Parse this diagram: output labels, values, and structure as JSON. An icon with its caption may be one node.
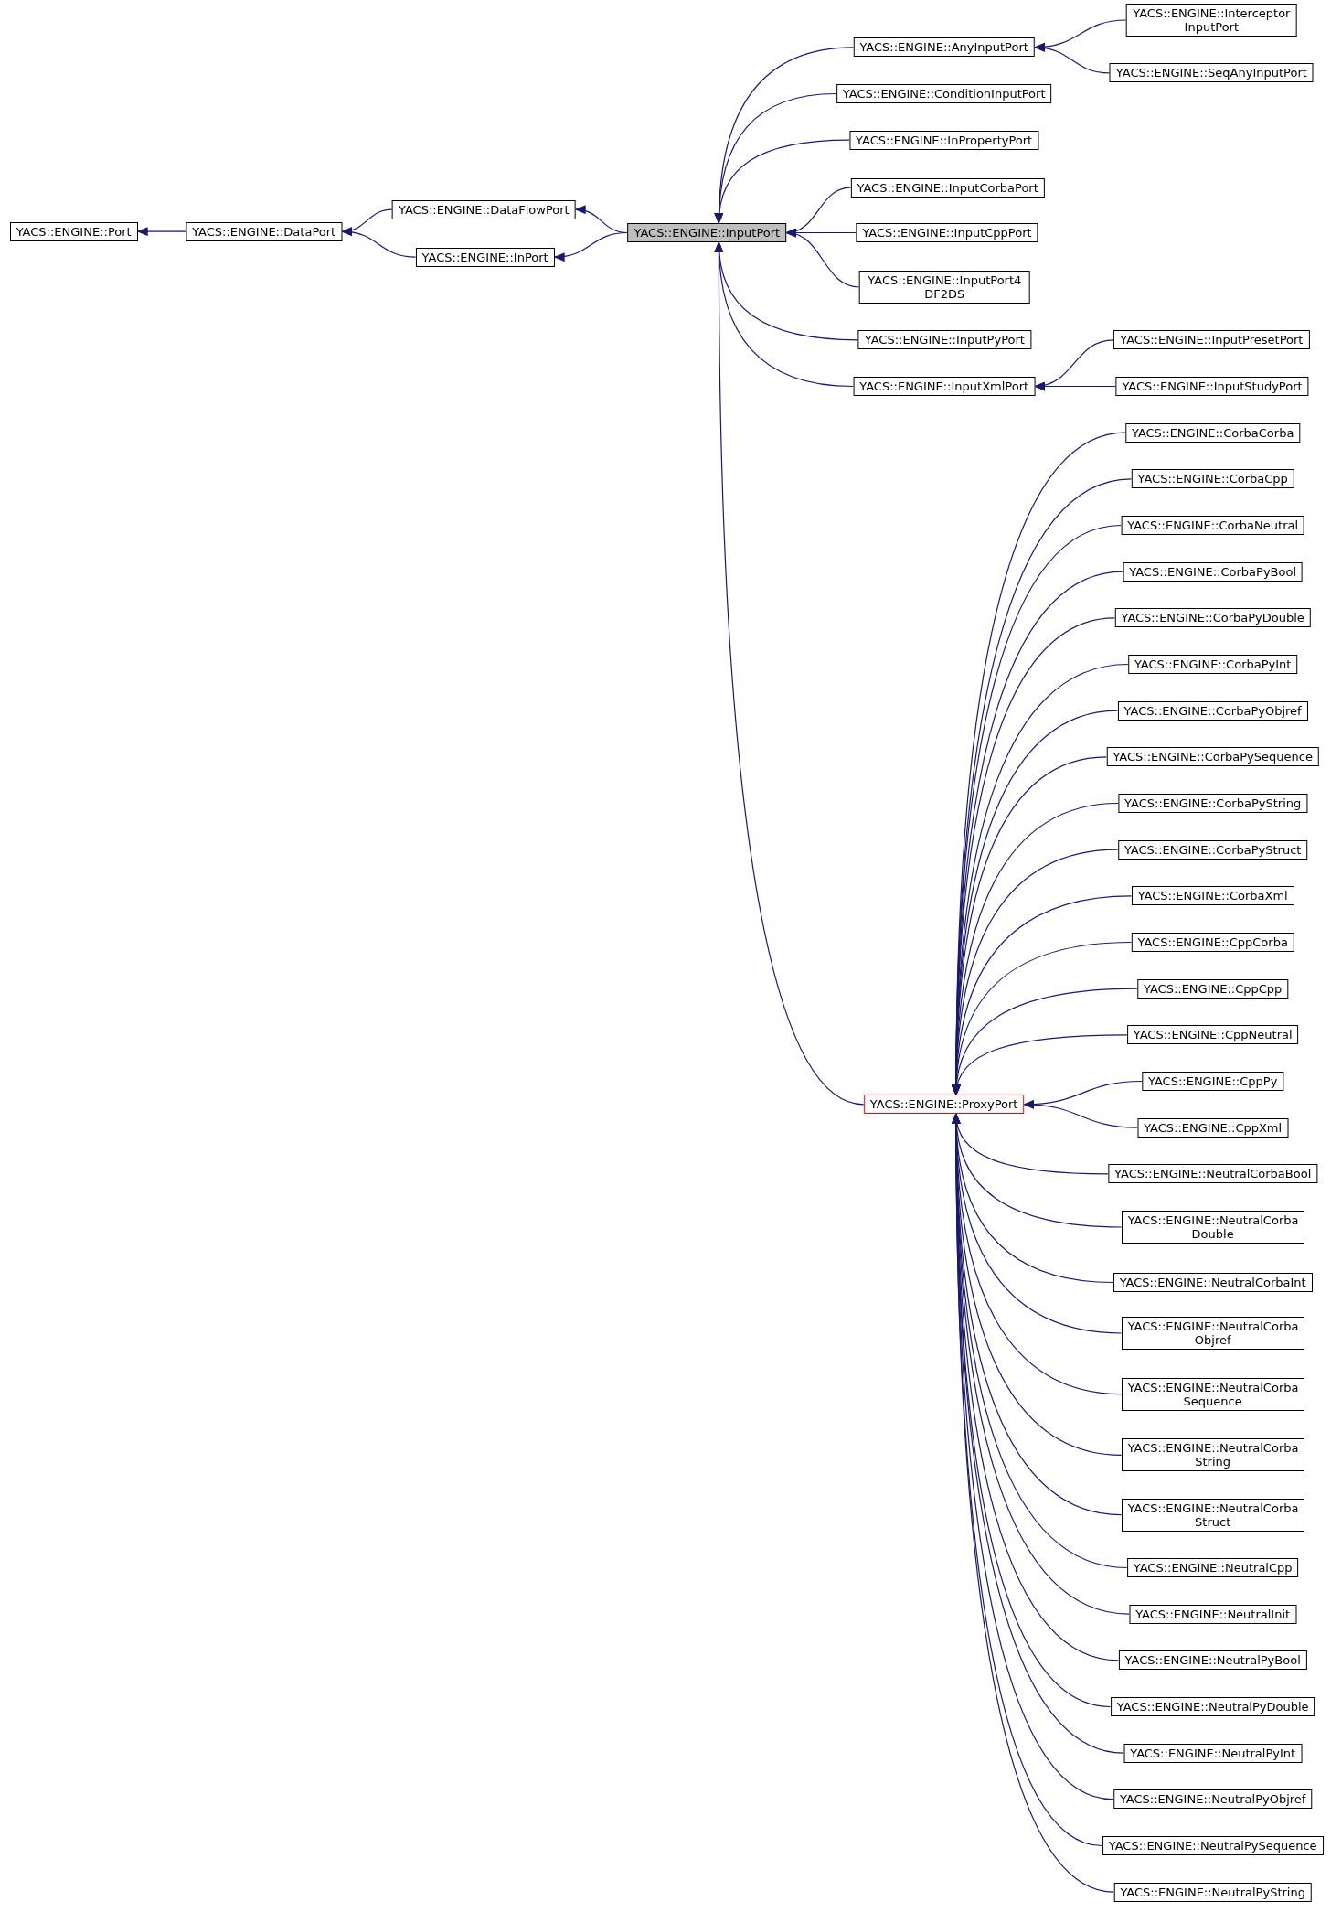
{
  "diagram": {
    "nodes": [
      {
        "text": [
          "YACS::ENGINE::Port"
        ]
      },
      {
        "text": [
          "YACS::ENGINE::DataPort"
        ]
      },
      {
        "text": [
          "YACS::ENGINE::DataFlowPort"
        ]
      },
      {
        "text": [
          "YACS::ENGINE::InPort"
        ]
      },
      {
        "text": [
          "YACS::ENGINE::InputPort"
        ]
      },
      {
        "text": [
          "YACS::ENGINE::AnyInputPort"
        ]
      },
      {
        "text": [
          "YACS::ENGINE::ConditionInputPort"
        ]
      },
      {
        "text": [
          "YACS::ENGINE::InPropertyPort"
        ]
      },
      {
        "text": [
          "YACS::ENGINE::InputCorbaPort"
        ]
      },
      {
        "text": [
          "YACS::ENGINE::InputCppPort"
        ]
      },
      {
        "text": [
          "YACS::ENGINE::InputPort4 DF2DS"
        ]
      },
      {
        "text": [
          "YACS::ENGINE::InputPyPort"
        ]
      },
      {
        "text": [
          "YACS::ENGINE::InputXmlPort"
        ]
      },
      {
        "text": [
          "YACS::ENGINE::Interceptor InputPort"
        ]
      },
      {
        "text": [
          "YACS::ENGINE::SeqAnyInputPort"
        ]
      },
      {
        "text": [
          "YACS::ENGINE::InputPresetPort"
        ]
      },
      {
        "text": [
          "YACS::ENGINE::InputStudyPort"
        ]
      },
      {
        "text": [
          "YACS::ENGINE::ProxyPort"
        ]
      },
      {
        "text": [
          "YACS::ENGINE::CorbaCorba"
        ]
      },
      {
        "text": [
          "YACS::ENGINE::CorbaCpp"
        ]
      },
      {
        "text": [
          "YACS::ENGINE::CorbaNeutral"
        ]
      },
      {
        "text": [
          "YACS::ENGINE::CorbaPyBool"
        ]
      },
      {
        "text": [
          "YACS::ENGINE::CorbaPyDouble"
        ]
      },
      {
        "text": [
          "YACS::ENGINE::CorbaPyInt"
        ]
      },
      {
        "text": [
          "YACS::ENGINE::CorbaPyObjref"
        ]
      },
      {
        "text": [
          "YACS::ENGINE::CorbaPySequence"
        ]
      },
      {
        "text": [
          "YACS::ENGINE::CorbaPyString"
        ]
      },
      {
        "text": [
          "YACS::ENGINE::CorbaPyStruct"
        ]
      },
      {
        "text": [
          "YACS::ENGINE::CorbaXml"
        ]
      },
      {
        "text": [
          "YACS::ENGINE::CppCorba"
        ]
      },
      {
        "text": [
          "YACS::ENGINE::CppCpp"
        ]
      },
      {
        "text": [
          "YACS::ENGINE::CppNeutral"
        ]
      },
      {
        "text": [
          "YACS::ENGINE::CppPy"
        ]
      },
      {
        "text": [
          "YACS::ENGINE::CppXml"
        ]
      },
      {
        "text": [
          "YACS::ENGINE::NeutralCorbaBool"
        ]
      },
      {
        "text": [
          "YACS::ENGINE::NeutralCorba Double"
        ]
      },
      {
        "text": [
          "YACS::ENGINE::NeutralCorbaInt"
        ]
      },
      {
        "text": [
          "YACS::ENGINE::NeutralCorba Objref"
        ]
      },
      {
        "text": [
          "YACS::ENGINE::NeutralCorba Sequence"
        ]
      },
      {
        "text": [
          "YACS::ENGINE::NeutralCorba String"
        ]
      },
      {
        "text": [
          "YACS::ENGINE::NeutralCorba Struct"
        ]
      },
      {
        "text": [
          "YACS::ENGINE::NeutralCpp"
        ]
      },
      {
        "text": [
          "YACS::ENGINE::NeutralInit"
        ]
      },
      {
        "text": [
          "YACS::ENGINE::NeutralPyBool"
        ]
      },
      {
        "text": [
          "YACS::ENGINE::NeutralPyDouble"
        ]
      },
      {
        "text": [
          "YACS::ENGINE::NeutralPyInt"
        ]
      },
      {
        "text": [
          "YACS::ENGINE::NeutralPyObjref"
        ]
      },
      {
        "text": [
          "YACS::ENGINE::NeutralPySequence"
        ]
      },
      {
        "text": [
          "YACS::ENGINE::NeutralPyString"
        ]
      }
    ],
    "edges": [
      {
        "from": 1,
        "to": 0,
        "arrow": "to"
      },
      {
        "from": 2,
        "to": 1,
        "arrow": "to"
      },
      {
        "from": 3,
        "to": 1,
        "arrow": "to"
      },
      {
        "from": 4,
        "to": 2,
        "arrow": "to"
      },
      {
        "from": 4,
        "to": 3,
        "arrow": "to"
      },
      {
        "from": 5,
        "to": 4,
        "arrow": "to"
      },
      {
        "from": 6,
        "to": 4,
        "arrow": "to"
      },
      {
        "from": 7,
        "to": 4,
        "arrow": "to"
      },
      {
        "from": 8,
        "to": 4,
        "arrow": "to"
      },
      {
        "from": 9,
        "to": 4,
        "arrow": "to"
      },
      {
        "from": 10,
        "to": 4,
        "arrow": "to"
      },
      {
        "from": 11,
        "to": 4,
        "arrow": "to"
      },
      {
        "from": 12,
        "to": 4,
        "arrow": "to"
      },
      {
        "from": 13,
        "to": 5,
        "arrow": "to"
      },
      {
        "from": 14,
        "to": 5,
        "arrow": "to"
      },
      {
        "from": 15,
        "to": 12,
        "arrow": "to"
      },
      {
        "from": 16,
        "to": 12,
        "arrow": "to"
      },
      {
        "from": 17,
        "to": 4,
        "arrow": "to"
      },
      {
        "from": 18,
        "to": 17,
        "arrow": "to"
      },
      {
        "from": 19,
        "to": 17,
        "arrow": "to"
      },
      {
        "from": 20,
        "to": 17,
        "arrow": "to"
      },
      {
        "from": 21,
        "to": 17,
        "arrow": "to"
      },
      {
        "from": 22,
        "to": 17,
        "arrow": "to"
      },
      {
        "from": 23,
        "to": 17,
        "arrow": "to"
      },
      {
        "from": 24,
        "to": 17,
        "arrow": "to"
      },
      {
        "from": 25,
        "to": 17,
        "arrow": "to"
      },
      {
        "from": 26,
        "to": 17,
        "arrow": "to"
      },
      {
        "from": 27,
        "to": 17,
        "arrow": "to"
      },
      {
        "from": 28,
        "to": 17,
        "arrow": "to"
      },
      {
        "from": 29,
        "to": 17,
        "arrow": "to"
      },
      {
        "from": 30,
        "to": 17,
        "arrow": "to"
      },
      {
        "from": 31,
        "to": 17,
        "arrow": "to"
      },
      {
        "from": 32,
        "to": 17,
        "arrow": "to"
      },
      {
        "from": 33,
        "to": 17,
        "arrow": "to"
      },
      {
        "from": 34,
        "to": 17,
        "arrow": "to"
      },
      {
        "from": 35,
        "to": 17,
        "arrow": "to"
      },
      {
        "from": 36,
        "to": 17,
        "arrow": "to"
      },
      {
        "from": 37,
        "to": 17,
        "arrow": "to"
      },
      {
        "from": 38,
        "to": 17,
        "arrow": "to"
      },
      {
        "from": 39,
        "to": 17,
        "arrow": "to"
      },
      {
        "from": 40,
        "to": 17,
        "arrow": "to"
      },
      {
        "from": 41,
        "to": 17,
        "arrow": "to"
      },
      {
        "from": 42,
        "to": 17,
        "arrow": "to"
      },
      {
        "from": 43,
        "to": 17,
        "arrow": "to"
      },
      {
        "from": 44,
        "to": 17,
        "arrow": "to"
      },
      {
        "from": 45,
        "to": 17,
        "arrow": "to"
      },
      {
        "from": 46,
        "to": 17,
        "arrow": "to"
      },
      {
        "from": 47,
        "to": 17,
        "arrow": "to"
      },
      {
        "from": 48,
        "to": 17,
        "arrow": "to"
      }
    ]
  }
}
